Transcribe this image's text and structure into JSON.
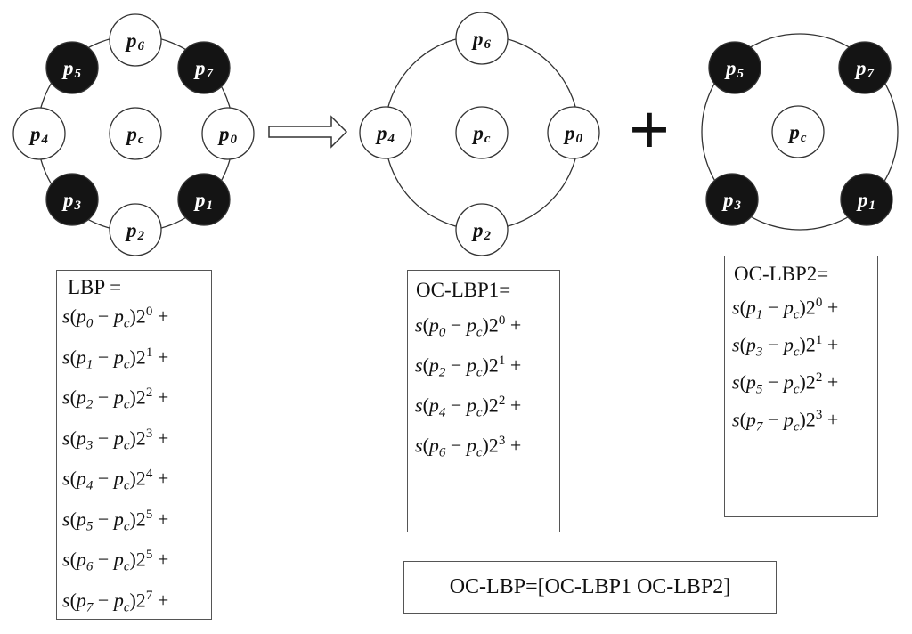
{
  "diagrams": {
    "lbp": {
      "center": {
        "label": "p",
        "sub": "c",
        "fill": "white"
      },
      "nodes": [
        {
          "label": "p",
          "sub": "6",
          "fill": "white"
        },
        {
          "label": "p",
          "sub": "5",
          "fill": "black"
        },
        {
          "label": "p",
          "sub": "7",
          "fill": "black"
        },
        {
          "label": "p",
          "sub": "4",
          "fill": "white"
        },
        {
          "label": "p",
          "sub": "0",
          "fill": "white"
        },
        {
          "label": "p",
          "sub": "3",
          "fill": "black"
        },
        {
          "label": "p",
          "sub": "1",
          "fill": "black"
        },
        {
          "label": "p",
          "sub": "2",
          "fill": "white"
        }
      ]
    },
    "oc1": {
      "center": {
        "label": "p",
        "sub": "c",
        "fill": "white"
      },
      "nodes": [
        {
          "label": "p",
          "sub": "6",
          "fill": "white"
        },
        {
          "label": "p",
          "sub": "4",
          "fill": "white"
        },
        {
          "label": "p",
          "sub": "0",
          "fill": "white"
        },
        {
          "label": "p",
          "sub": "2",
          "fill": "white"
        }
      ]
    },
    "oc2": {
      "center": {
        "label": "p",
        "sub": "c",
        "fill": "white"
      },
      "nodes": [
        {
          "label": "p",
          "sub": "5",
          "fill": "black"
        },
        {
          "label": "p",
          "sub": "7",
          "fill": "black"
        },
        {
          "label": "p",
          "sub": "3",
          "fill": "black"
        },
        {
          "label": "p",
          "sub": "1",
          "fill": "black"
        }
      ]
    },
    "operator": "+"
  },
  "colors": {
    "black": "#141414",
    "white": "#ffffff",
    "stroke": "#333333"
  },
  "boxes": {
    "lbp": {
      "title": "LBP =",
      "terms": [
        {
          "a": "0",
          "b": "c",
          "exp": "0"
        },
        {
          "a": "1",
          "b": "c",
          "exp": "1"
        },
        {
          "a": "2",
          "b": "c",
          "exp": "2"
        },
        {
          "a": "3",
          "b": "c",
          "exp": "3"
        },
        {
          "a": "4",
          "b": "c",
          "exp": "4"
        },
        {
          "a": "5",
          "b": "c",
          "exp": "5"
        },
        {
          "a": "6",
          "b": "c",
          "exp": "5"
        },
        {
          "a": "7",
          "b": "c",
          "exp": "7"
        }
      ]
    },
    "oc1": {
      "title": "OC-LBP1=",
      "terms": [
        {
          "a": "0",
          "b": "c",
          "exp": "0"
        },
        {
          "a": "2",
          "b": "c",
          "exp": "1"
        },
        {
          "a": "4",
          "b": "c",
          "exp": "2"
        },
        {
          "a": "6",
          "b": "c",
          "exp": "3"
        }
      ]
    },
    "oc2": {
      "title": "OC-LBP2=",
      "terms": [
        {
          "a": "1",
          "b": "c",
          "exp": "0"
        },
        {
          "a": "3",
          "b": "c",
          "exp": "1"
        },
        {
          "a": "5",
          "b": "c",
          "exp": "2"
        },
        {
          "a": "7",
          "b": "c",
          "exp": "3"
        }
      ]
    }
  },
  "result": "OC-LBP=[OC-LBP1  OC-LBP2]"
}
